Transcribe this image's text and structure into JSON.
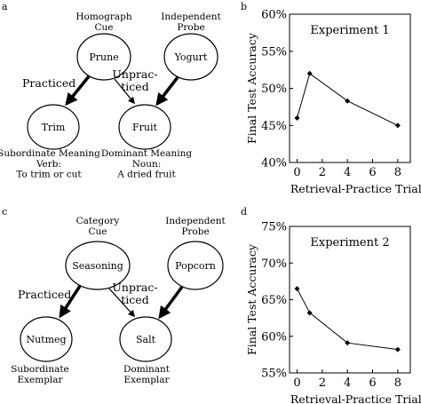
{
  "diagram_a": {
    "panel_letter": "a",
    "cue_header": "Homograph\nCue",
    "probe_header": "Independent\nProbe",
    "cue_node": "Prune",
    "probe_node": "Yogurt",
    "practiced_node": "Trim",
    "unpracticed_node": "Fruit",
    "practiced_label": "Practiced",
    "unpracticed_label": "Unprac-\nticed",
    "practiced_caption": "Subordinate Meaning\nVerb:\nTo trim or cut",
    "unpracticed_caption": "Dominant Meaning\nNoun:\nA dried fruit"
  },
  "diagram_c": {
    "panel_letter": "c",
    "cue_header": "Category\nCue",
    "probe_header": "Independent\nProbe",
    "cue_node": "Seasoning",
    "probe_node": "Popcorn",
    "practiced_node": "Nutmeg",
    "unpracticed_node": "Salt",
    "practiced_label": "Practiced",
    "unpracticed_label": "Unprac-\nticed",
    "practiced_caption": "Subordinate\nExemplar",
    "unpracticed_caption": "Dominant\nExemplar"
  },
  "chart_data": [
    {
      "panel_letter": "b",
      "type": "line",
      "title": "Experiment 1",
      "xlabel": "Retrieval-Practice Trials",
      "ylabel": "Final Test Accuracy",
      "x": [
        0,
        1,
        4,
        8
      ],
      "y": [
        46,
        52,
        48.3,
        45
      ],
      "xticks": [
        0,
        2,
        4,
        6,
        8
      ],
      "yticks": [
        40,
        45,
        50,
        55,
        60
      ],
      "ytick_labels": [
        "40%",
        "45%",
        "50%",
        "55%",
        "60%"
      ],
      "xlim": [
        -0.6,
        9.0
      ],
      "ylim": [
        40,
        60
      ],
      "grid": false,
      "marker": "diamond",
      "color": "#000000"
    },
    {
      "panel_letter": "d",
      "type": "line",
      "title": "Experiment 2",
      "xlabel": "Retrieval-Practice Trials",
      "ylabel": "Final Test Accuracy",
      "x": [
        0,
        1,
        4,
        8
      ],
      "y": [
        66.5,
        63.2,
        59.1,
        58.2
      ],
      "xticks": [
        0,
        2,
        4,
        6,
        8
      ],
      "yticks": [
        55,
        60,
        65,
        70,
        75
      ],
      "ytick_labels": [
        "55%",
        "60%",
        "65%",
        "70%",
        "75%"
      ],
      "xlim": [
        -0.6,
        9.0
      ],
      "ylim": [
        55,
        75
      ],
      "grid": false,
      "marker": "diamond",
      "color": "#000000"
    }
  ]
}
